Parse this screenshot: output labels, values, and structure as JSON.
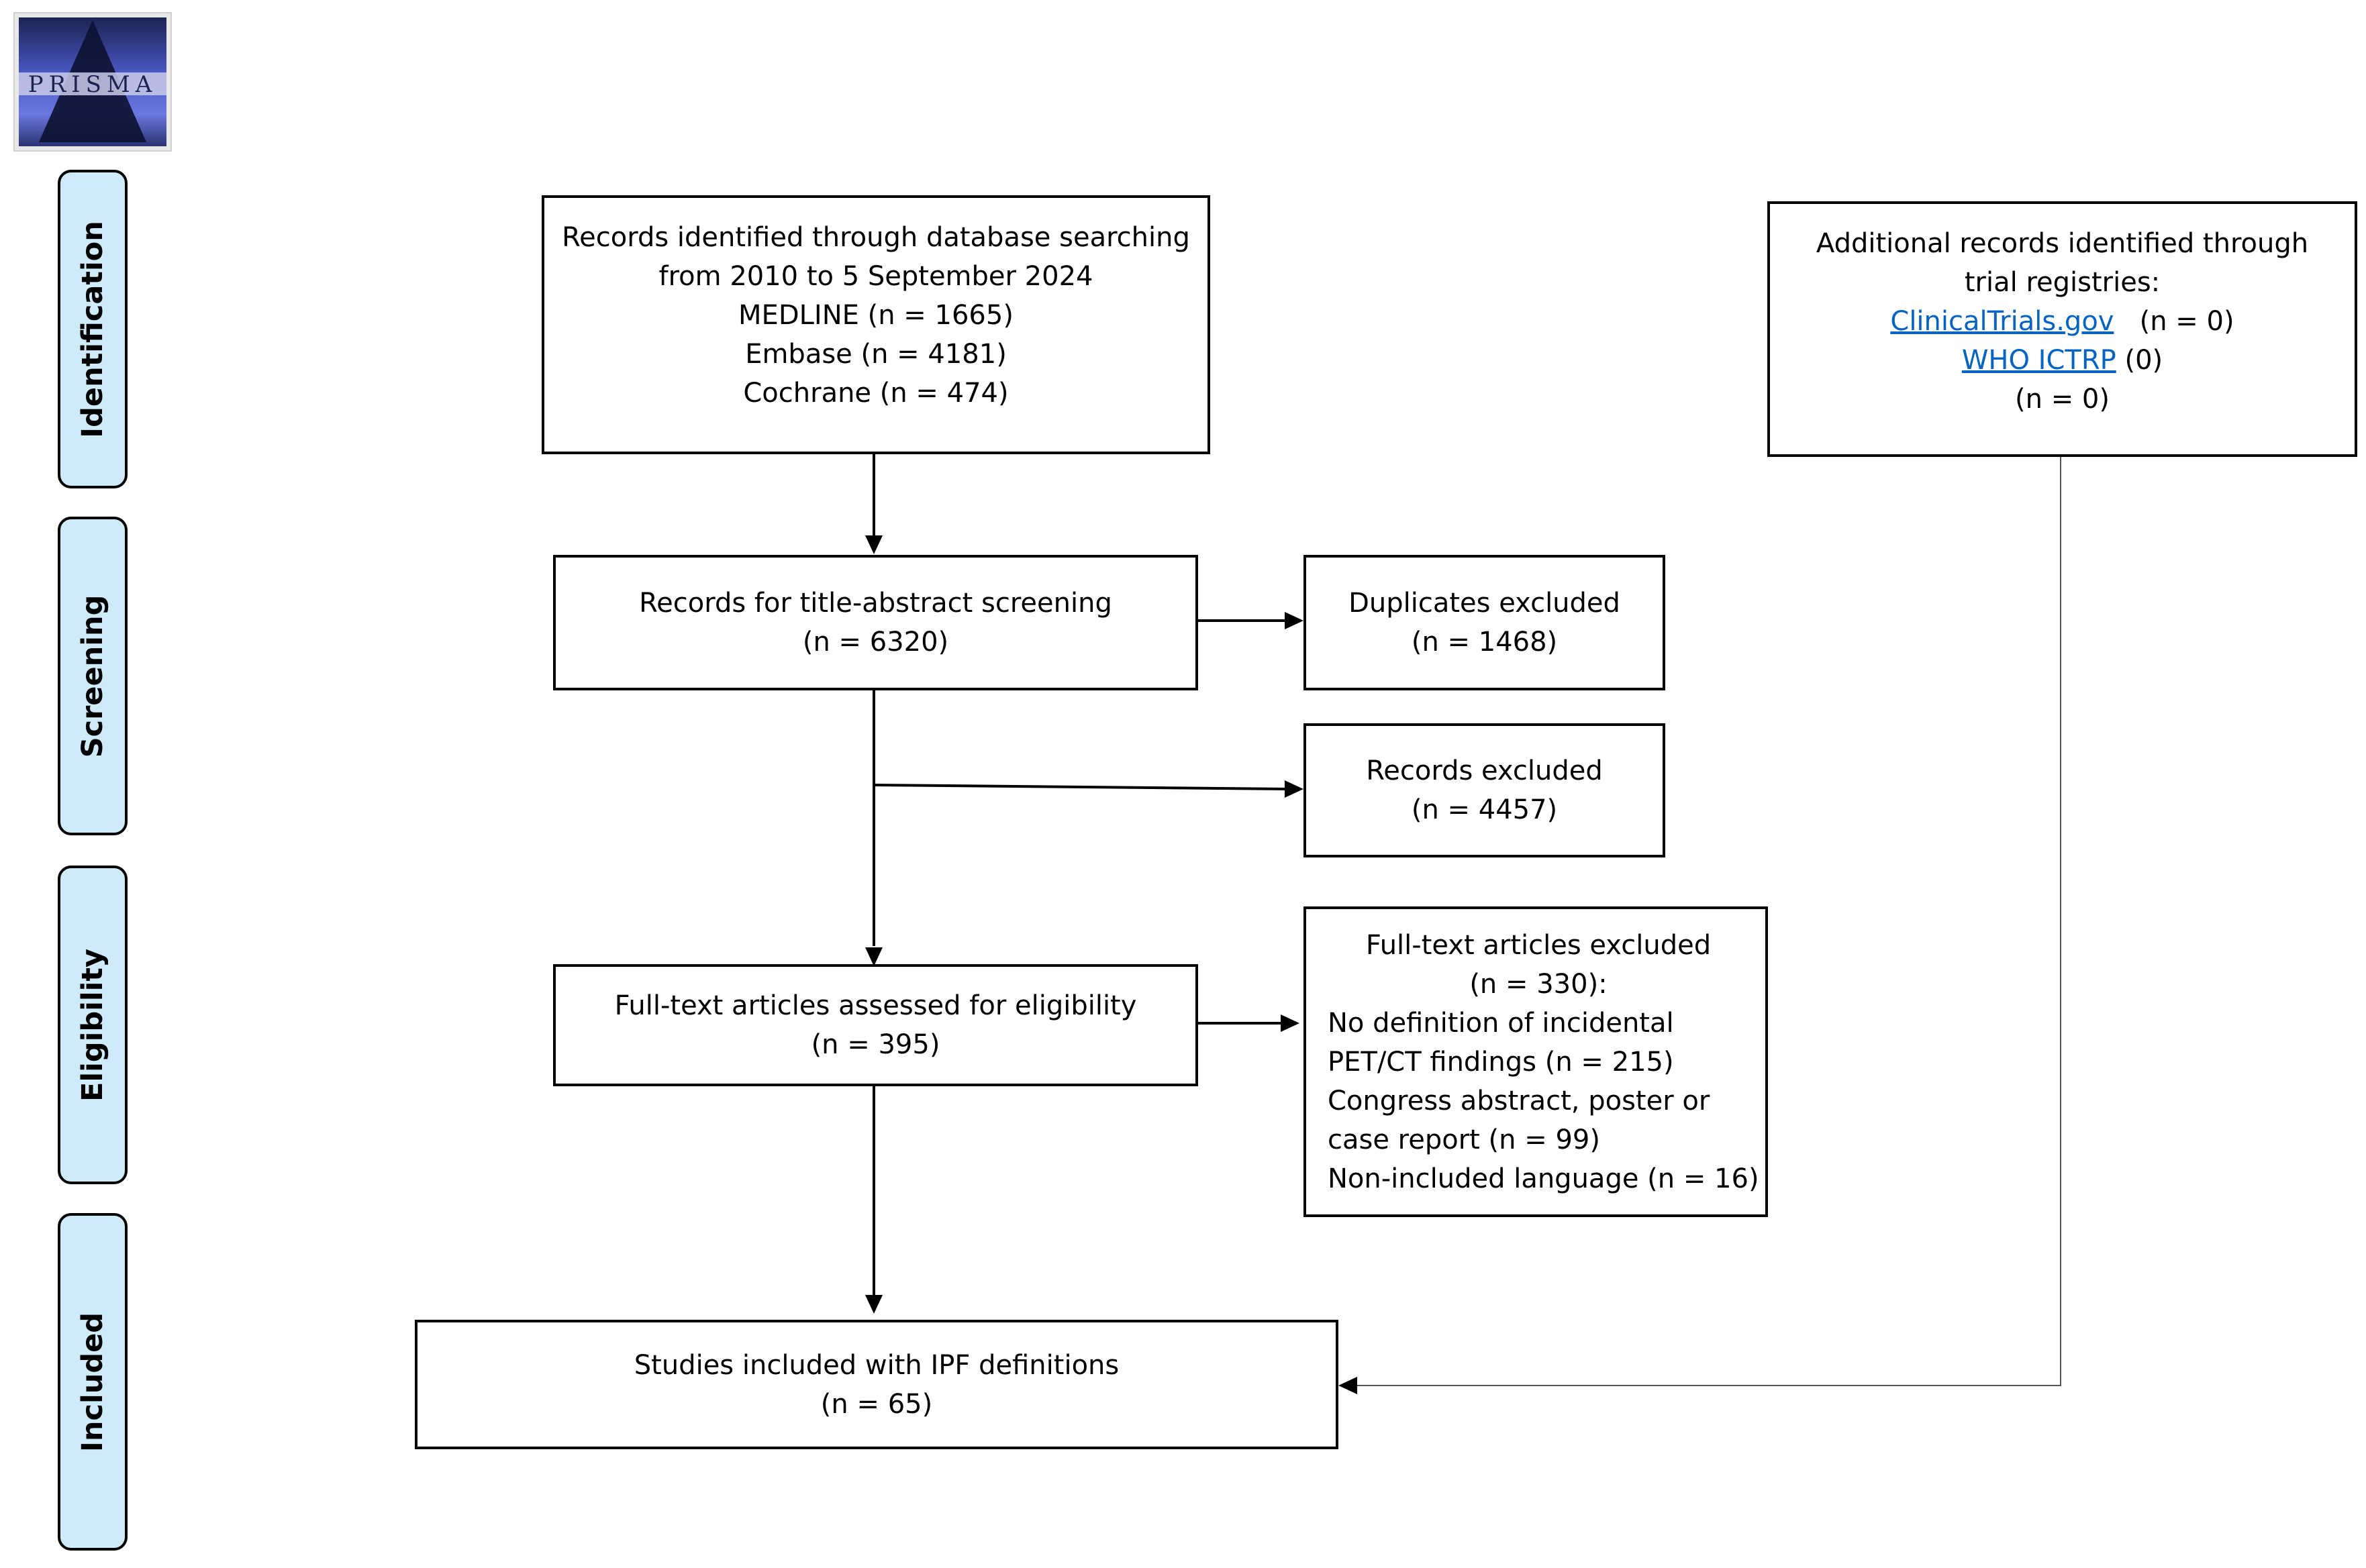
{
  "logo": {
    "text": "PRISMA"
  },
  "stages": [
    {
      "label": "Identification"
    },
    {
      "label": "Screening"
    },
    {
      "label": "Eligibility"
    },
    {
      "label": "Included"
    }
  ],
  "boxes": {
    "identification": {
      "lines": [
        "Records identified through database searching",
        "from 2010 to 5 September 2024",
        "MEDLINE (n = 1665)",
        "Embase (n = 4181)",
        "Cochrane (n = 474)"
      ]
    },
    "additional": {
      "line1": "Additional records identified through",
      "line2": "trial registries:",
      "ct_link": "ClinicalTrials.gov",
      "ct_count": "(n = 0)",
      "who_link": "WHO ICTRP",
      "who_count": "(0)",
      "total": "(n = 0)"
    },
    "screening": {
      "lines": [
        "Records for title-abstract screening",
        "(n = 6320)"
      ]
    },
    "duplicates": {
      "lines": [
        "Duplicates excluded",
        "(n = 1468)"
      ]
    },
    "records_excluded": {
      "lines": [
        "Records excluded",
        "(n = 4457)"
      ]
    },
    "fulltext": {
      "lines": [
        "Full-text articles assessed for eligibility",
        "(n = 395)"
      ]
    },
    "fulltext_excluded": {
      "title": "Full-text articles excluded",
      "count": "(n = 330):",
      "reasons": [
        "No definition of incidental",
        "PET/CT findings (n = 215)",
        "Congress abstract, poster or",
        "case report (n = 99)",
        "Non-included language (n = 16)"
      ]
    },
    "included": {
      "lines": [
        "Studies included with IPF definitions",
        "(n = 65)"
      ]
    }
  },
  "colors": {
    "stage_fill": "#cfeaf8",
    "link": "#0563c1",
    "logo_blue": "#4b59c9"
  }
}
